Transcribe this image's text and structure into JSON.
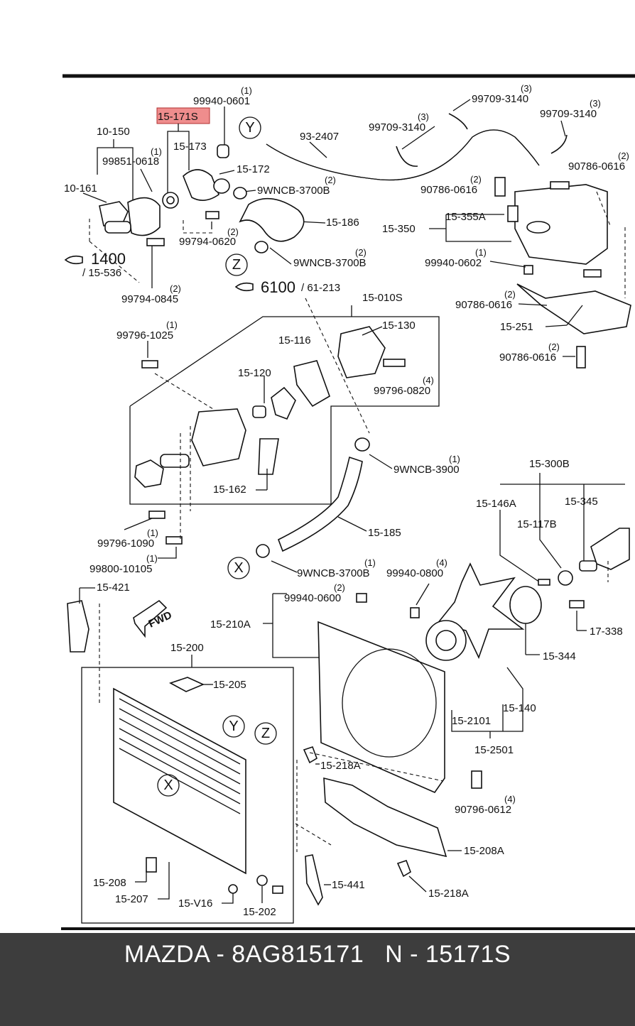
{
  "highlight_color": "#ef8d8d",
  "footer": {
    "caption": "MAZDA - 8AG815171   N - 15171S"
  },
  "callouts": [
    {
      "text": "15-171S",
      "qty": ""
    },
    {
      "text": "99940-0601",
      "qty": "(1)"
    },
    {
      "text": "10-150",
      "qty": ""
    },
    {
      "text": "15-173",
      "qty": ""
    },
    {
      "text": "99851-0618",
      "qty": "(1)"
    },
    {
      "text": "15-172",
      "qty": ""
    },
    {
      "text": "10-161",
      "qty": ""
    },
    {
      "text": "9WNCB-3700B",
      "qty": "(2)"
    },
    {
      "text": "15-186",
      "qty": ""
    },
    {
      "text": "99794-0620",
      "qty": "(2)"
    },
    {
      "text": "9WNCB-3700B",
      "qty": "(2)"
    },
    {
      "text": "1400",
      "qty": ""
    },
    {
      "text": "/ 15-536",
      "qty": ""
    },
    {
      "text": "99794-0845",
      "qty": "(2)"
    },
    {
      "text": "6100",
      "qty": ""
    },
    {
      "text": "/ 61-213",
      "qty": ""
    },
    {
      "text": "93-2407",
      "qty": ""
    },
    {
      "text": "99709-3140",
      "qty": "(3)"
    },
    {
      "text": "99709-3140",
      "qty": "(3)"
    },
    {
      "text": "99709-3140",
      "qty": "(3)"
    },
    {
      "text": "90786-0616",
      "qty": "(2)"
    },
    {
      "text": "90786-0616",
      "qty": "(2)"
    },
    {
      "text": "15-355A",
      "qty": ""
    },
    {
      "text": "15-350",
      "qty": ""
    },
    {
      "text": "99940-0602",
      "qty": "(1)"
    },
    {
      "text": "90786-0616",
      "qty": "(2)"
    },
    {
      "text": "15-251",
      "qty": ""
    },
    {
      "text": "90786-0616",
      "qty": "(2)"
    },
    {
      "text": "15-010S",
      "qty": ""
    },
    {
      "text": "15-130",
      "qty": ""
    },
    {
      "text": "15-116",
      "qty": ""
    },
    {
      "text": "99796-1025",
      "qty": "(1)"
    },
    {
      "text": "15-120",
      "qty": ""
    },
    {
      "text": "99796-0820",
      "qty": "(4)"
    },
    {
      "text": "15-162",
      "qty": ""
    },
    {
      "text": "9WNCB-3900",
      "qty": "(1)"
    },
    {
      "text": "15-185",
      "qty": ""
    },
    {
      "text": "99796-1090",
      "qty": "(1)"
    },
    {
      "text": "99800-10105",
      "qty": "(1)"
    },
    {
      "text": "9WNCB-3700B",
      "qty": "(1)"
    },
    {
      "text": "15-300B",
      "qty": ""
    },
    {
      "text": "15-146A",
      "qty": ""
    },
    {
      "text": "15-345",
      "qty": ""
    },
    {
      "text": "15-117B",
      "qty": ""
    },
    {
      "text": "99940-0800",
      "qty": "(4)"
    },
    {
      "text": "99940-0600",
      "qty": "(2)"
    },
    {
      "text": "15-421",
      "qty": ""
    },
    {
      "text": "15-210A",
      "qty": ""
    },
    {
      "text": "17-338",
      "qty": ""
    },
    {
      "text": "15-344",
      "qty": ""
    },
    {
      "text": "15-200",
      "qty": ""
    },
    {
      "text": "15-205",
      "qty": ""
    },
    {
      "text": "15-140",
      "qty": ""
    },
    {
      "text": "15-2101",
      "qty": ""
    },
    {
      "text": "15-2501",
      "qty": ""
    },
    {
      "text": "15-218A",
      "qty": ""
    },
    {
      "text": "90796-0612",
      "qty": "(4)"
    },
    {
      "text": "15-208A",
      "qty": ""
    },
    {
      "text": "15-441",
      "qty": ""
    },
    {
      "text": "15-218A",
      "qty": ""
    },
    {
      "text": "15-208",
      "qty": ""
    },
    {
      "text": "15-207",
      "qty": ""
    },
    {
      "text": "15-V16",
      "qty": ""
    },
    {
      "text": "15-202",
      "qty": ""
    }
  ],
  "markers": [
    "Y",
    "Z",
    "X",
    "Y",
    "Z",
    "X"
  ],
  "fwd_label": "FWD"
}
